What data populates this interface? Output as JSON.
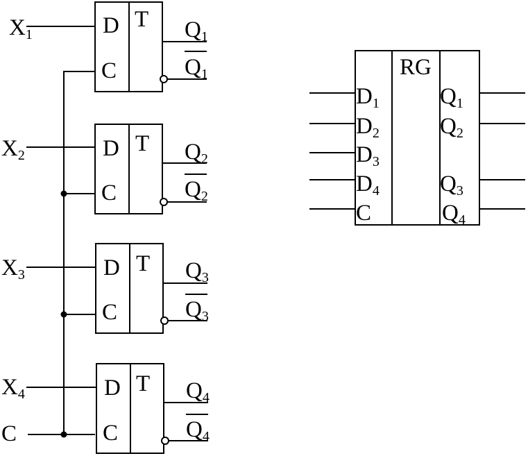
{
  "flipflops": [
    {
      "input_letter": "X",
      "input_index": "1",
      "d_label": "D",
      "c_label": "C",
      "type_label": "T",
      "q_letter": "Q",
      "q_index": "1",
      "qbar_letter": "Q",
      "qbar_index": "1"
    },
    {
      "input_letter": "X",
      "input_index": "2",
      "d_label": "D",
      "c_label": "C",
      "type_label": "T",
      "q_letter": "Q",
      "q_index": "2",
      "qbar_letter": "Q",
      "qbar_index": "2"
    },
    {
      "input_letter": "X",
      "input_index": "3",
      "d_label": "D",
      "c_label": "C",
      "type_label": "T",
      "q_letter": "Q",
      "q_index": "3",
      "qbar_letter": "Q",
      "qbar_index": "3"
    },
    {
      "input_letter": "X",
      "input_index": "4",
      "d_label": "D",
      "c_label": "C",
      "type_label": "T",
      "q_letter": "Q",
      "q_index": "4",
      "qbar_letter": "Q",
      "qbar_index": "4"
    }
  ],
  "clock_label": "C",
  "register": {
    "title": "RG",
    "inputs": [
      {
        "letter": "D",
        "index": "1"
      },
      {
        "letter": "D",
        "index": "2"
      },
      {
        "letter": "D",
        "index": "3"
      },
      {
        "letter": "D",
        "index": "4"
      },
      {
        "letter": "C",
        "index": ""
      }
    ],
    "outputs": [
      {
        "letter": "Q",
        "index": "1"
      },
      {
        "letter": "Q",
        "index": "2"
      },
      {
        "letter": "Q",
        "index": "3"
      },
      {
        "letter": "Q",
        "index": "4"
      }
    ]
  }
}
